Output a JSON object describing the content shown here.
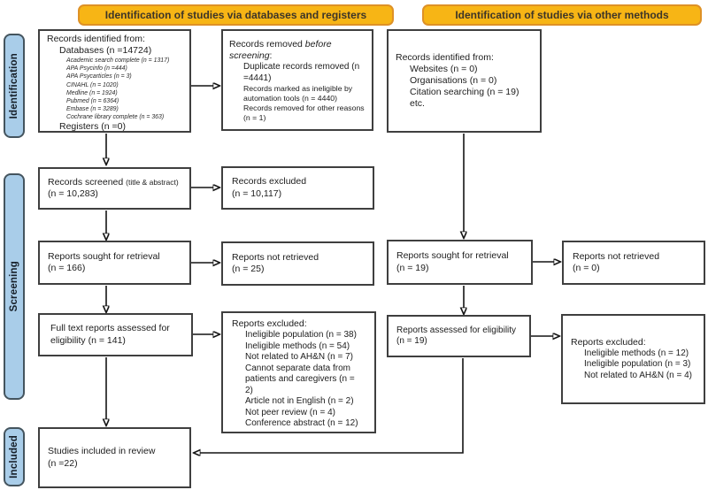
{
  "colors": {
    "banner_fill": "#F7B515",
    "banner_border": "#DE9126",
    "banner_text": "#3d3528",
    "sidebar_fill": "#A9CDE9",
    "sidebar_border": "#44545E",
    "box_border": "#3F3F3F",
    "arrow": "#141414"
  },
  "banners": {
    "databases": "Identification of studies via databases and registers",
    "other": "Identification of studies via other methods"
  },
  "sidebar": {
    "identification": "Identification",
    "screening": "Screening",
    "included": "Included"
  },
  "records_identified_db": {
    "title": "Records identified from:",
    "databases": "Databases (n =14724)",
    "sources": [
      "Academic search complete (n = 1317)",
      "APA Psycinfo (n =444)",
      "APA Psycarticles (n = 3)",
      "CINAHL (n = 1020)",
      "Medline (n = 1924)",
      "Pubmed (n = 6364)",
      "Embase (n = 3289)",
      "Cochrane library complete (n = 363)"
    ],
    "registers": "Registers (n =0)"
  },
  "records_removed": {
    "title_pre": "Records removed ",
    "title_italic": "before screening",
    "title_post": ":",
    "items": [
      "Duplicate records removed (n =4441)",
      "Records marked as ineligible by automation tools (n = 4440)",
      "Records removed for other reasons (n = 1)"
    ]
  },
  "records_identified_other": {
    "title": "Records identified from:",
    "items": [
      "Websites (n = 0)",
      "Organisations (n = 0)",
      "Citation searching (n = 19)",
      "etc."
    ]
  },
  "records_screened": {
    "main": "Records screened",
    "small": "(title & abstract)",
    "count": "(n = 10,283)"
  },
  "records_excluded": {
    "main": "Records excluded",
    "count": "(n = 10,117)"
  },
  "reports_sought_db": {
    "main": "Reports sought for retrieval",
    "count": "(n = 166)"
  },
  "reports_not_retrieved_db": {
    "main": "Reports not retrieved",
    "count": "(n = 25)"
  },
  "fulltext_assessed": {
    "main": "Full text reports assessed for eligibility (n = 141)"
  },
  "reports_excluded_db": {
    "title": "Reports excluded:",
    "items": [
      "Ineligible population (n = 38)",
      "Ineligible methods (n = 54)",
      "Not related to AH&N (n = 7)",
      "Cannot separate data from patients and caregivers (n = 2)",
      "Article not in English (n = 2)",
      "Not peer review (n = 4)",
      "Conference abstract (n = 12)"
    ]
  },
  "reports_sought_other": {
    "main": "Reports sought for retrieval",
    "count": "(n = 19)"
  },
  "reports_not_retrieved_other": {
    "main": "Reports not retrieved",
    "count": "(n = 0)"
  },
  "reports_assessed_other": {
    "main": "Reports assessed for eligibility",
    "count": "(n = 19)"
  },
  "reports_excluded_other": {
    "title": "Reports excluded:",
    "items": [
      "Ineligible methods (n = 12)",
      "Ineligible population (n = 3)",
      "Not related to AH&N (n = 4)"
    ]
  },
  "studies_included": {
    "main": "Studies included in review",
    "count": "(n =22)"
  }
}
